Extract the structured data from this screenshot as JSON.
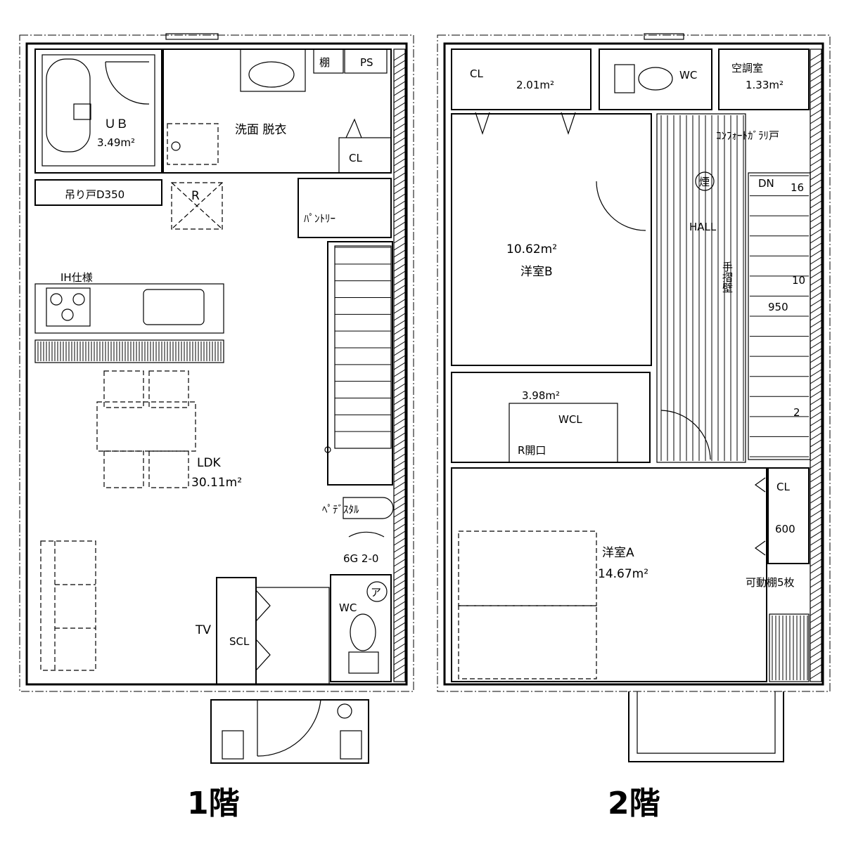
{
  "floor1": {
    "title": "1階",
    "rooms": {
      "ub": "ＵＢ",
      "ub_area": "3.49m²",
      "senmen": "洗面 脱衣",
      "tana": "棚",
      "ps": "PS",
      "cl": "CL",
      "tsuridai": "吊り戸D350",
      "r_mark": "R",
      "pantry": "ﾊﾟﾝﾄﾘｰ",
      "ih": "IH仕様",
      "ldk": "LDK",
      "ldk_area": "30.11m²",
      "pedestal": "ﾍﾟﾃﾞｽﾀﾙ",
      "door_6g": "6G 2-0",
      "a_mark": "ア",
      "wc": "WC",
      "tv": "TV",
      "scl": "SCL"
    }
  },
  "floor2": {
    "title": "2階",
    "rooms": {
      "cl_top": "CL",
      "cl_top_area": "2.01m²",
      "wc": "WC",
      "kucho": "空調室",
      "kucho_area": "1.33m²",
      "comfort": "ｺﾝﾌｫｰﾄｶﾞﾗﾘ戸",
      "smoke": "煙",
      "dn": "DN",
      "step16": "16",
      "hall": "HALL",
      "yoshitsu_b_area": "10.62m²",
      "yoshitsu_b": "洋室B",
      "tesuri": "手摺壁",
      "step10": "10",
      "w950": "950",
      "wcl_area": "3.98m²",
      "wcl": "WCL",
      "r_kaiko": "R開口",
      "step2": "2",
      "cl_right": "CL",
      "w600": "600",
      "yoshitsu_a": "洋室A",
      "yoshitsu_a_area": "14.67m²",
      "kadotana": "可動棚5枚"
    }
  },
  "stair_treads_1f": 12,
  "stair_treads_2f": 14
}
